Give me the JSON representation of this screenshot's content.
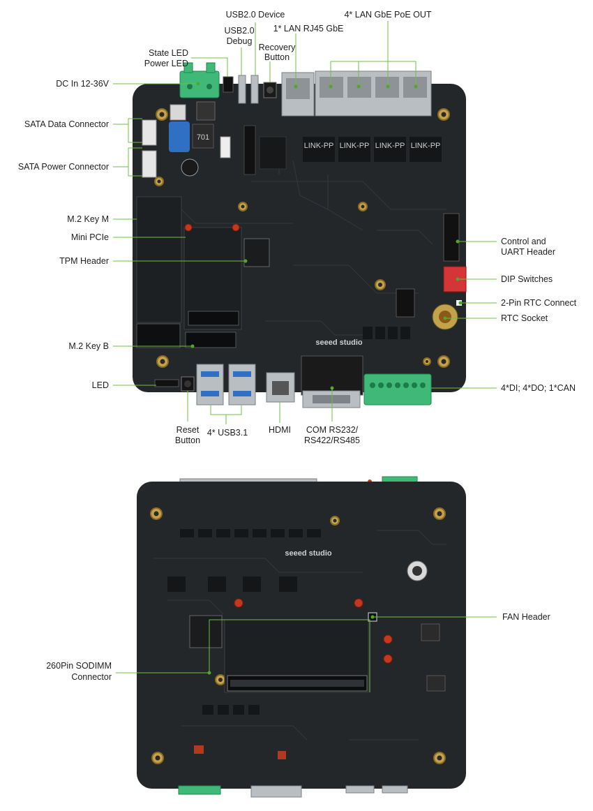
{
  "top_view": {
    "labels": {
      "usb20_device": "USB2.0 Device",
      "lan_poe_out": "4* LAN GbE PoE OUT",
      "usb20_debug_line1": "USB2.0",
      "usb20_debug_line2": "Debug",
      "lan_rj45": "1* LAN RJ45 GbE",
      "state_led": "State LED",
      "power_led": "Power LED",
      "recovery_line1": "Recovery",
      "recovery_line2": "Button",
      "dc_in": "DC In 12-36V",
      "sata_data": "SATA Data Connector",
      "sata_power": "SATA Power Connector",
      "m2_key_m": "M.2 Key M",
      "mini_pcie": "Mini PCIe",
      "tpm_header": "TPM Header",
      "control_uart_line1": "Control and",
      "control_uart_line2": "UART Header",
      "dip_switches": "DIP Switches",
      "rtc_connect": "2-Pin RTC Connect",
      "rtc_socket": "RTC Socket",
      "m2_key_b": "M.2 Key B",
      "led": "LED",
      "dio_can": "4*DI; 4*DO; 1*CAN",
      "reset_line1": "Reset",
      "reset_line2": "Button",
      "usb31": "4* USB3.1",
      "hdmi": "HDMI",
      "com_line1": "COM RS232/",
      "com_line2": "RS422/RS485"
    },
    "silkscreen": {
      "brand": "seeed studio",
      "chip_marking": "LINK-PP",
      "inductor_marking": "701"
    }
  },
  "bottom_view": {
    "labels": {
      "fan_header": "FAN Header",
      "sodimm_line1": "260Pin SODIMM",
      "sodimm_line2": "Connector"
    },
    "silkscreen": {
      "brand": "seeed studio"
    }
  },
  "colors": {
    "board": "#24272a",
    "leader": "#6fbf3f",
    "terminal_green": "#3fb878",
    "usb_blue": "#2f6fc4"
  }
}
